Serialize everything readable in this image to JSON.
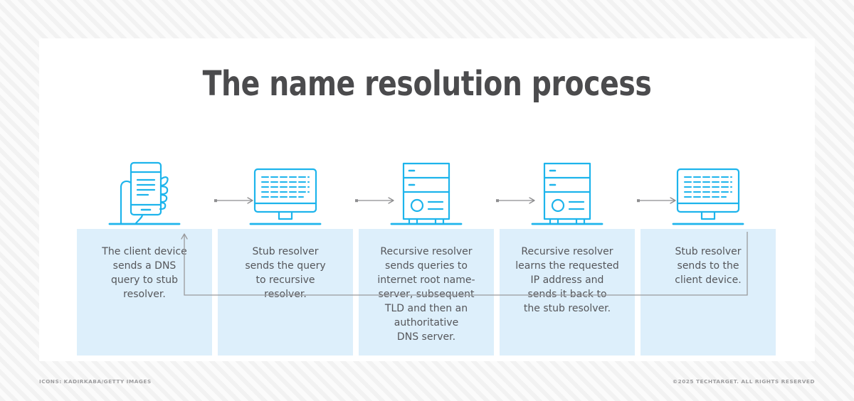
{
  "title": "The name resolution process",
  "theme": {
    "accent_blue": "#1db4ec",
    "box_fill": "#ddeffb",
    "title_color": "#4b4b4d",
    "caption_color": "#55565a",
    "arrow_color": "#8e8e90",
    "card_bg": "#ffffff",
    "page_bg": "#f7f7f7"
  },
  "steps": [
    {
      "id": "step-1",
      "icon": "hand-holding-smartphone-icon",
      "caption": "The client device\nsends a DNS\nquery to stub\nresolver."
    },
    {
      "id": "step-2",
      "icon": "desktop-monitor-icon",
      "caption": "Stub resolver\nsends the query\nto recursive\nresolver."
    },
    {
      "id": "step-3",
      "icon": "server-tower-icon",
      "caption": "Recursive resolver\nsends queries to\ninternet root name-\nserver, subsequent\nTLD and then an\nauthoritative\nDNS server."
    },
    {
      "id": "step-4",
      "icon": "server-tower-icon",
      "caption": "Recursive resolver\nlearns the requested\nIP address and\nsends it back to\nthe stub resolver."
    },
    {
      "id": "step-5",
      "icon": "desktop-monitor-icon",
      "caption": "Stub resolver\nsends to the\nclient device."
    }
  ],
  "arrows": [
    {
      "id": "arrow-1-2",
      "direction": "right"
    },
    {
      "id": "arrow-2-3",
      "direction": "right"
    },
    {
      "id": "arrow-3-4",
      "direction": "right"
    },
    {
      "id": "arrow-4-5",
      "direction": "right"
    }
  ],
  "feedback_loop": {
    "id": "return-path",
    "from_step": "step-5",
    "to_step": "step-1",
    "direction": "up"
  },
  "footer": {
    "icons_credit": "ICONS: KADIRKABA/GETTY IMAGES",
    "copyright": "©2025 TECHTARGET. ALL RIGHTS RESERVED"
  }
}
